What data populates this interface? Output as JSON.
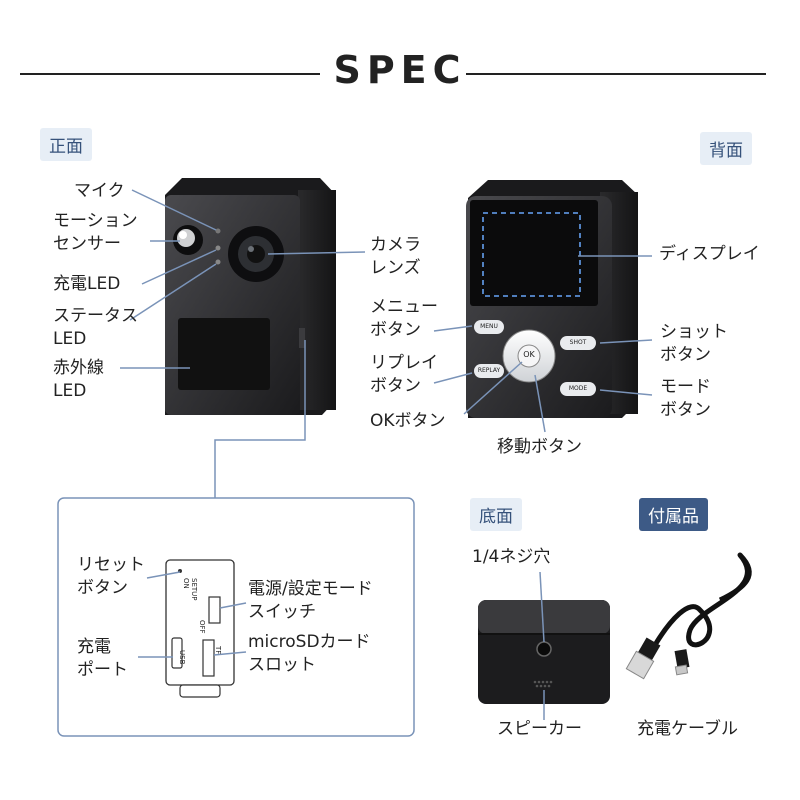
{
  "header": {
    "title": "SPEC"
  },
  "sections": {
    "front": "正面",
    "back": "背面",
    "bottom": "底面",
    "accessories": "付属品"
  },
  "front_labels": {
    "mic": "マイク",
    "motion_sensor": "モーション\nセンサー",
    "charge_led": "充電LED",
    "status_led": "ステータス\nLED",
    "ir_led": "赤外線\nLED",
    "camera_lens": "カメラ\nレンズ"
  },
  "back_labels": {
    "display": "ディスプレイ",
    "menu_button": "メニュー\nボタン",
    "replay_button": "リプレイ\nボタン",
    "ok_button": "OKボタン",
    "move_button": "移動ボタン",
    "shot_button": "ショット\nボタン",
    "mode_button": "モード\nボタン"
  },
  "device_button_text": {
    "menu": "MENU",
    "replay": "REPLAY",
    "ok": "OK",
    "shot": "SHOT",
    "mode": "MODE"
  },
  "side_panel": {
    "reset_button": "リセット\nボタン",
    "power_switch": "電源/設定モード\nスイッチ",
    "charge_port": "充電\nポート",
    "microsd_slot": "microSDカード\nスロット",
    "switch_marks": {
      "on": "ON",
      "setup": "SETUP",
      "off": "OFF"
    },
    "usb_mark": "USB",
    "tf_mark": "TF"
  },
  "bottom_labels": {
    "tripod_hole": "1/4ネジ穴",
    "speaker": "スピーカー"
  },
  "accessory_labels": {
    "charge_cable": "充電ケーブル"
  },
  "colors": {
    "tag_bg": "#e7eef6",
    "tag_text": "#35517a",
    "accent_dark": "#3d5a86",
    "leader_line": "#7a93b8",
    "display_dash": "#5b8fd6"
  }
}
